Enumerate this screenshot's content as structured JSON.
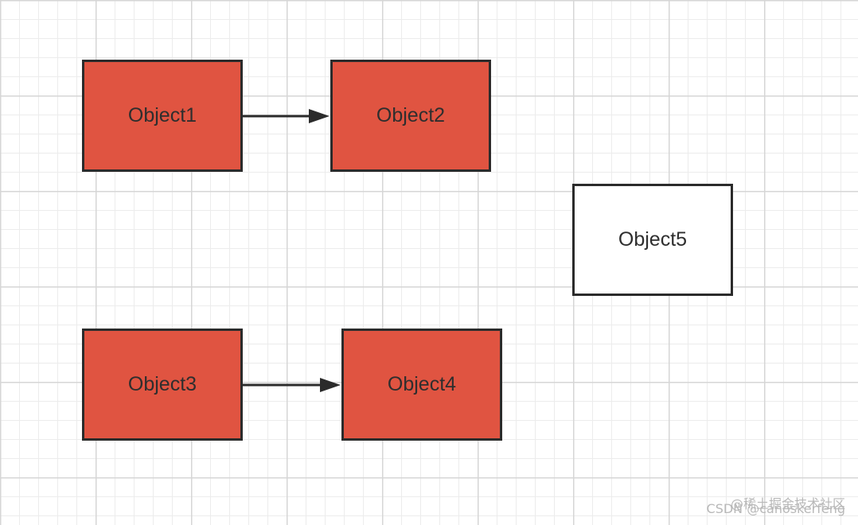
{
  "diagram": {
    "nodes": [
      {
        "id": "obj1",
        "label": "Object1",
        "style": "filled"
      },
      {
        "id": "obj2",
        "label": "Object2",
        "style": "filled"
      },
      {
        "id": "obj3",
        "label": "Object3",
        "style": "filled"
      },
      {
        "id": "obj4",
        "label": "Object4",
        "style": "filled"
      },
      {
        "id": "obj5",
        "label": "Object5",
        "style": "empty"
      }
    ],
    "edges": [
      {
        "from": "Object1",
        "to": "Object2"
      },
      {
        "from": "Object3",
        "to": "Object4"
      }
    ]
  },
  "colors": {
    "node_fill": "#e05441",
    "node_border": "#2b2b2b",
    "arrow": "#2b2b2b",
    "grid": "#d6d6d6"
  },
  "watermark": {
    "line1": "@稀土掘金技术社区",
    "line2": "CSDN @canoskerfeng"
  }
}
